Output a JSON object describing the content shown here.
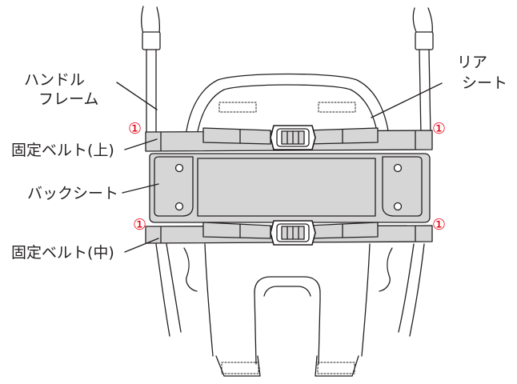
{
  "colors": {
    "line": "#231f20",
    "belt_fill": "#d6d6d6",
    "marker": "#e60012",
    "background": "#ffffff"
  },
  "labels": {
    "handle_frame": [
      "ハンドル",
      "フレーム"
    ],
    "rear_seat": [
      "リア",
      "シート"
    ],
    "fixing_belt_upper": "固定ベルト(上)",
    "back_seat": "バックシート",
    "fixing_belt_middle": "固定ベルト(中)"
  },
  "markers": {
    "symbol": "①"
  }
}
